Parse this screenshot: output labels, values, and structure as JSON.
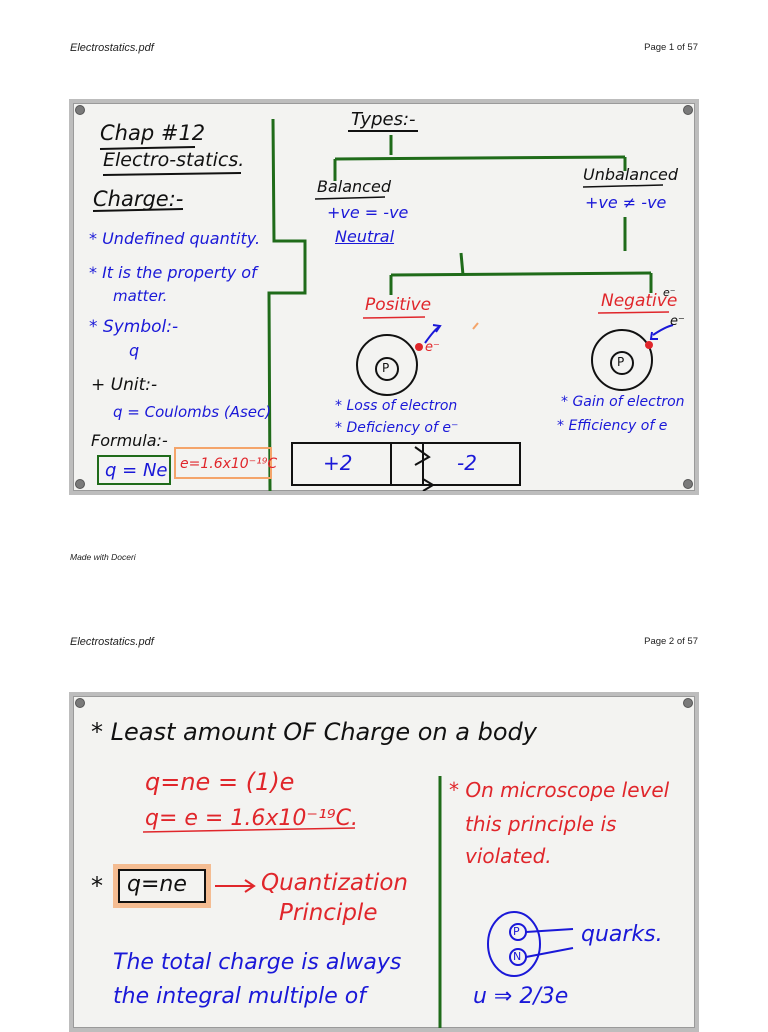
{
  "page1": {
    "header": {
      "filename": "Electrostatics.pdf",
      "page": "Page 1 of 57"
    },
    "notes": {
      "chapter": "Chap #12",
      "title": "Electro-statics.",
      "charge_heading": "Charge:-",
      "bullet1": "* Undefined quantity.",
      "bullet2a": "* It is the property of",
      "bullet2b": "matter.",
      "symbol_label": "* Symbol:-",
      "symbol_value": "q",
      "unit_label": "+ Unit:-",
      "unit_value": "q = Coulombs (Asec)",
      "formula_label": "Formula:-",
      "formula1": "q = Ne",
      "formula2": "e=1.6x10⁻¹⁹C",
      "types": "Types:-",
      "balanced": "Balanced",
      "balanced_eq": "+ve = -ve",
      "neutral": "Neutral",
      "unbalanced": "Unbalanced",
      "unbalanced_eq": "+ve ≠ -ve",
      "positive": "Positive",
      "negative": "Negative",
      "electron_neg": "e⁻",
      "electron_pos": "e⁻",
      "electron_neg2": "e⁻",
      "proton": "P",
      "loss": "* Loss of electron",
      "deficiency": "* Deficiency of e⁻",
      "gain": "* Gain of electron",
      "efficiency": "* Efficiency of e",
      "plus2": "+2",
      "minus2": "-2"
    },
    "footer": "Made with Doceri"
  },
  "page2": {
    "header": {
      "filename": "Electrostatics.pdf",
      "page": "Page 2 of 57"
    },
    "notes": {
      "heading": "* Least amount OF Charge on a body",
      "eq1": "q=ne = (1)e",
      "eq2": "q= e = 1.6x10⁻¹⁹C.",
      "star": "*",
      "boxed": "q=ne",
      "quant1": "Quantization",
      "quant2": "Principle",
      "blue1": "The total charge is always",
      "blue2": "the integral multiple of",
      "micro1": "* On microscope level",
      "micro2": "this principle is",
      "micro3": "violated.",
      "p_label": "P",
      "n_label": "N",
      "quarks": "quarks.",
      "u_eq": "u ⇒ 2/3e"
    }
  },
  "colors": {
    "board": "#f3f3f1",
    "ink_black": "#111111",
    "ink_blue": "#1a18d8",
    "ink_red": "#e0262b",
    "ink_green": "#1f6b1a",
    "highlight_orange": "#f4a46a"
  }
}
